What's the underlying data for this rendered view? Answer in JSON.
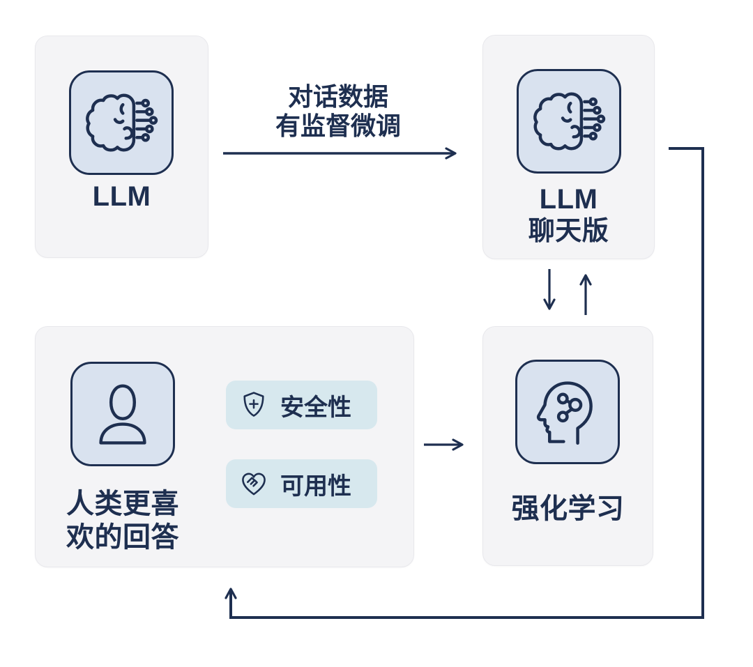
{
  "diagram_title": "LLM RLHF training flow",
  "colors": {
    "navy": "#1e2f50",
    "tile_fill": "#d9e2ef",
    "card_fill": "#f4f4f6",
    "card_border": "#e8e8ec",
    "badge_fill": "#d7e8ee",
    "background": "#ffffff"
  },
  "nodes": {
    "llm_base": {
      "icon": "brain-circuit-icon",
      "label": "LLM"
    },
    "llm_chat": {
      "icon": "brain-circuit-icon",
      "label_line1": "LLM",
      "label_line2": "聊天版"
    },
    "human_pref": {
      "icon": "person-icon",
      "label_line1": "人类更喜",
      "label_line2": "欢的回答",
      "badges": [
        {
          "icon": "shield-plus-icon",
          "label": "安全性"
        },
        {
          "icon": "heart-handshake-icon",
          "label": "可用性"
        }
      ]
    },
    "rl": {
      "icon": "head-network-icon",
      "label": "强化学习"
    }
  },
  "edges": {
    "sft": {
      "label_line1": "对话数据",
      "label_line2": "有监督微调"
    },
    "chat_to_rl": {
      "label": ""
    },
    "rl_to_chat": {
      "label": ""
    },
    "human_to_rl": {
      "label": ""
    },
    "feedback_loop": {
      "label": ""
    }
  }
}
